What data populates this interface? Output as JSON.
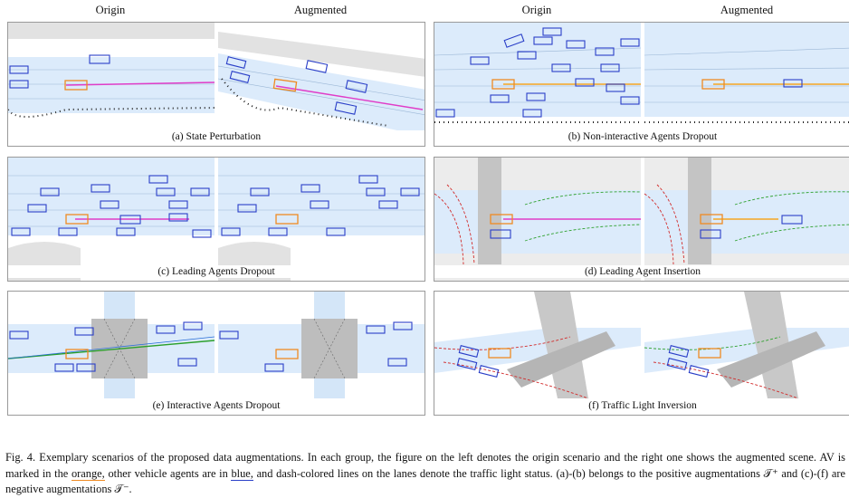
{
  "headers": {
    "left_origin": "Origin",
    "left_augmented": "Augmented",
    "right_origin": "Origin",
    "right_augmented": "Augmented"
  },
  "panels": [
    {
      "id": "a",
      "caption": "(a) State Perturbation"
    },
    {
      "id": "b",
      "caption": "(b) Non-interactive Agents Dropout"
    },
    {
      "id": "c",
      "caption": "(c) Leading Agents Dropout"
    },
    {
      "id": "d",
      "caption": "(d) Leading Agent Insertion"
    },
    {
      "id": "e",
      "caption": "(e) Interactive Agents Dropout"
    },
    {
      "id": "f",
      "caption": "(f) Traffic Light Inversion"
    }
  ],
  "caption": {
    "label": "Fig. 4.",
    "part1": "Exemplary scenarios of the proposed data augmentations. In each group, the figure on the left denotes the origin scenario and the right one shows the augmented scene. AV is marked in the",
    "orange_word": "orange,",
    "part2": "other vehicle agents are in",
    "blue_word": "blue,",
    "part3": "and dash-colored lines on the lanes denote the traffic light status. (a)-(b) belongs to the positive augmentations",
    "t_plus": "𝒯⁺",
    "and_word": "and (c)-(f) are negative augmentations",
    "t_minus": "𝒯⁻."
  },
  "colors": {
    "av": "#ef8a22",
    "agent": "#2a3fc8",
    "lane_fill": "#dcebfb",
    "road_gray": "#d9d9d9",
    "traj_pink": "#e03cc8",
    "traj_orange": "#f5a623",
    "light_red": "#d22b2b",
    "light_green": "#2ca02c"
  }
}
